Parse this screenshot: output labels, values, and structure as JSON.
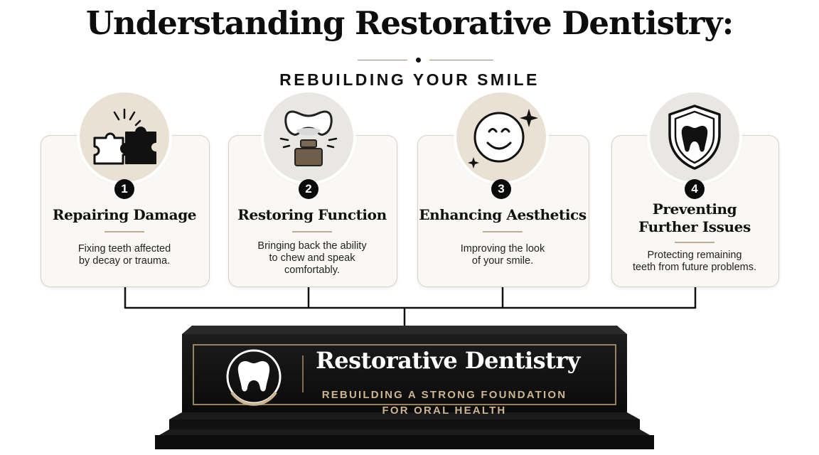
{
  "header": {
    "title": "Understanding Restorative Dentistry:",
    "subtitle": "REBUILDING YOUR SMILE"
  },
  "colors": {
    "accent_gold": "#bfae93",
    "plaque_gold": "#cbb48f",
    "card_background": "#faf8f4",
    "dark": "#0b0b0b"
  },
  "cards": [
    {
      "number": "1",
      "title": "Repairing Damage",
      "description": "Fixing teeth affected\nby decay or trauma.",
      "icon": "puzzle-icon"
    },
    {
      "number": "2",
      "title": "Restoring Function",
      "description": "Bringing back the ability\nto chew and speak\ncomfortably.",
      "icon": "crown-implant-icon"
    },
    {
      "number": "3",
      "title": "Enhancing Aesthetics",
      "description": "Improving the look\nof your smile.",
      "icon": "smiley-sparkle-icon"
    },
    {
      "number": "4",
      "title": "Preventing\nFurther Issues",
      "description": "Protecting remaining\nteeth from future problems.",
      "icon": "shield-tooth-icon"
    }
  ],
  "plaque": {
    "title": "Restorative Dentistry",
    "subtitle": "REBUILDING A STRONG FOUNDATION\nFOR ORAL HEALTH",
    "icon": "tooth-icon"
  }
}
